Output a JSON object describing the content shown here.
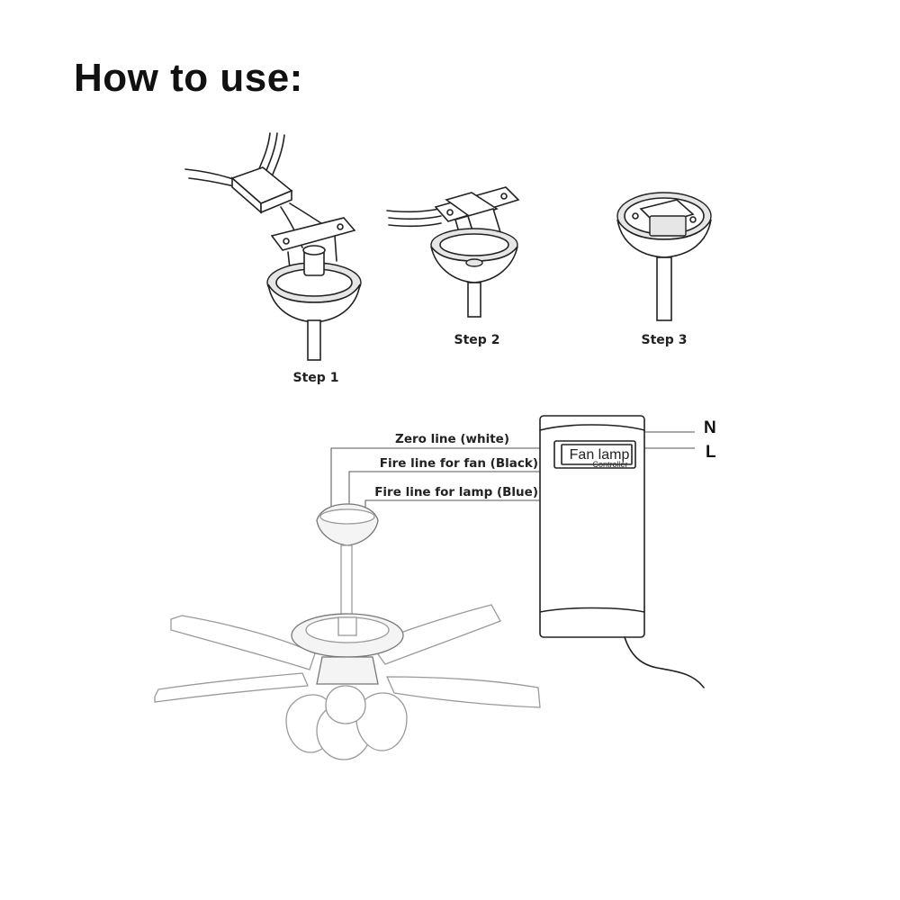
{
  "page": {
    "title": "How to use:"
  },
  "steps": [
    {
      "label": "Step 1"
    },
    {
      "label": "Step 2"
    },
    {
      "label": "Step 3"
    }
  ],
  "wiring": {
    "zero_line": "Zero line (white)",
    "fan_line": "Fire line for fan (Black)",
    "lamp_line": "Fire line for lamp (Blue)",
    "terminal_n": "N",
    "terminal_l": "L"
  },
  "controller": {
    "title": "Fan lamp",
    "subtitle": "Controller"
  },
  "colors": {
    "ink": "#222222",
    "fan_outline": "#9a9a9a",
    "background": "#ffffff"
  }
}
